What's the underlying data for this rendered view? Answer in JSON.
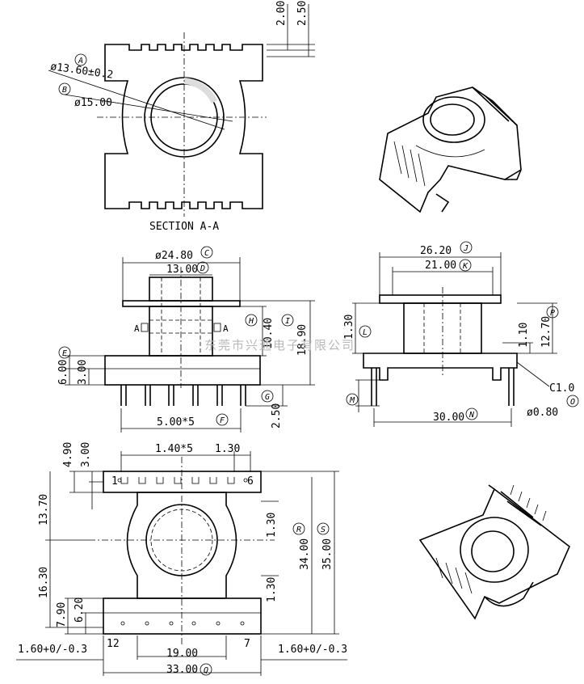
{
  "section_title": "SECTION A-A",
  "watermark": "东莞市兴通电子有限公司",
  "top_view": {
    "dims": {
      "d_200": "2.00",
      "d_250": "2.50",
      "d_1360": "ø13.60±0.2",
      "d_1500": "ø15.00"
    },
    "labels": {
      "a": "A",
      "b": "B"
    }
  },
  "front_view": {
    "dims": {
      "d_2480": "ø24.80",
      "d_1300": "13.00",
      "d_1040": "10.40",
      "d_1890": "18.90",
      "d_600": "6.00",
      "d_300": "3.00",
      "d_250": "2.50",
      "d_500x5": "5.00*5"
    },
    "labels": {
      "c": "C",
      "d": "D",
      "e": "E",
      "f": "F",
      "g": "G",
      "h": "H",
      "i": "I",
      "sec": "A"
    }
  },
  "side_view": {
    "dims": {
      "d_2620": "26.20",
      "d_2100": "21.00",
      "d_130": "1.30",
      "d_110": "1.10",
      "d_1270": "12.70",
      "d_c10": "C1.0",
      "d_3000": "30.00",
      "d_080": "ø0.80"
    },
    "labels": {
      "j": "J",
      "k": "K",
      "l": "L",
      "m": "M",
      "n": "N",
      "o": "O",
      "p": "P"
    }
  },
  "bottom_view": {
    "dims": {
      "d_490": "4.90",
      "d_300": "3.00",
      "d_140x5": "1.40*5",
      "d_130": "1.30",
      "d_1370": "13.70",
      "d_130b": "1.30",
      "d_130c": "1.30",
      "d_1630": "16.30",
      "d_790": "7.90",
      "d_620": "6.20",
      "d_3400": "34.00",
      "d_3500": "35.00",
      "d_160l": "1.60+0/-0.3",
      "d_160r": "1.60+0/-0.3",
      "d_1900": "19.00",
      "d_3300": "33.00"
    },
    "pins": {
      "p1": "1",
      "p6": "6",
      "p12": "12",
      "p7": "7"
    },
    "labels": {
      "q": "Q",
      "r": "R",
      "s": "S"
    }
  }
}
